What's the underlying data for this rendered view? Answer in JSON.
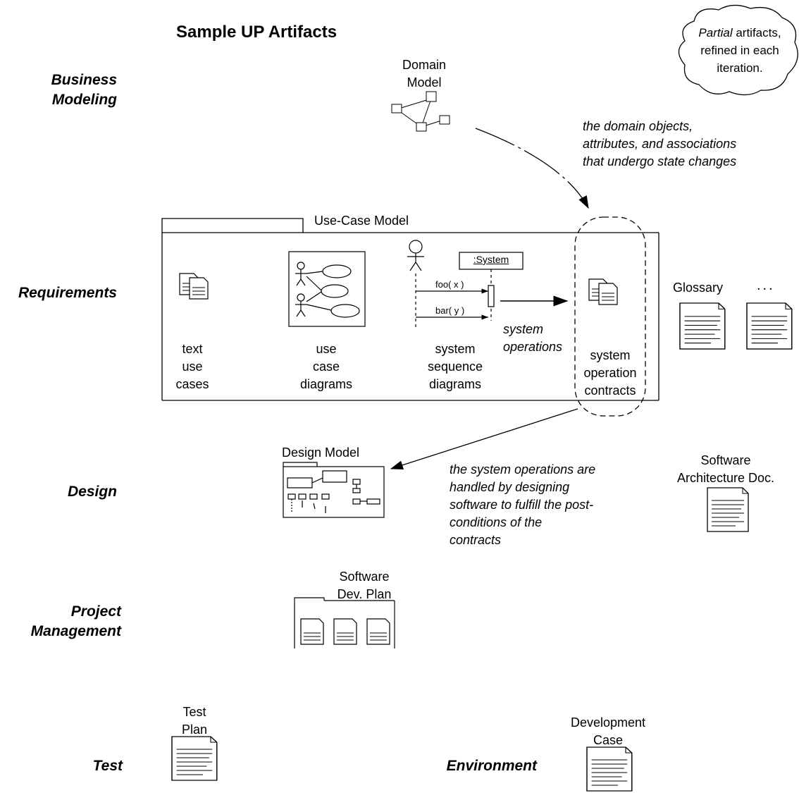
{
  "title": "Sample UP Artifacts",
  "cloud": {
    "italic": "Partial",
    "rest": " artifacts, refined in each iteration."
  },
  "disciplines": {
    "business_modeling": [
      "Business",
      "Modeling"
    ],
    "requirements": "Requirements",
    "design": "Design",
    "project_management": [
      "Project",
      "Management"
    ],
    "test": "Test",
    "environment": "Environment"
  },
  "domain_model": [
    "Domain",
    "Model"
  ],
  "domain_note": [
    "the domain objects,",
    "attributes, and associations",
    "that undergo state changes"
  ],
  "use_case_model": "Use-Case Model",
  "system_object": ":System",
  "messages": [
    "foo( x )",
    "bar( y )"
  ],
  "text_use_cases": [
    "text",
    "use",
    "cases"
  ],
  "use_case_diagrams": [
    "use",
    "case",
    "diagrams"
  ],
  "ssd": [
    "system",
    "sequence",
    "diagrams"
  ],
  "system_operations": [
    "system",
    "operations"
  ],
  "contracts": [
    "system",
    "operation",
    "contracts"
  ],
  "glossary": "Glossary",
  "ellipsis": "...",
  "design_model": "Design Model",
  "design_note": [
    "the system operations are",
    "handled by designing",
    "software to fulfill the post-",
    "conditions of the",
    "contracts"
  ],
  "sad": [
    "Software",
    "Architecture Doc."
  ],
  "sdp": [
    "Software",
    "Dev. Plan"
  ],
  "test_plan": [
    "Test",
    "Plan"
  ],
  "dev_case": [
    "Development",
    "Case"
  ]
}
